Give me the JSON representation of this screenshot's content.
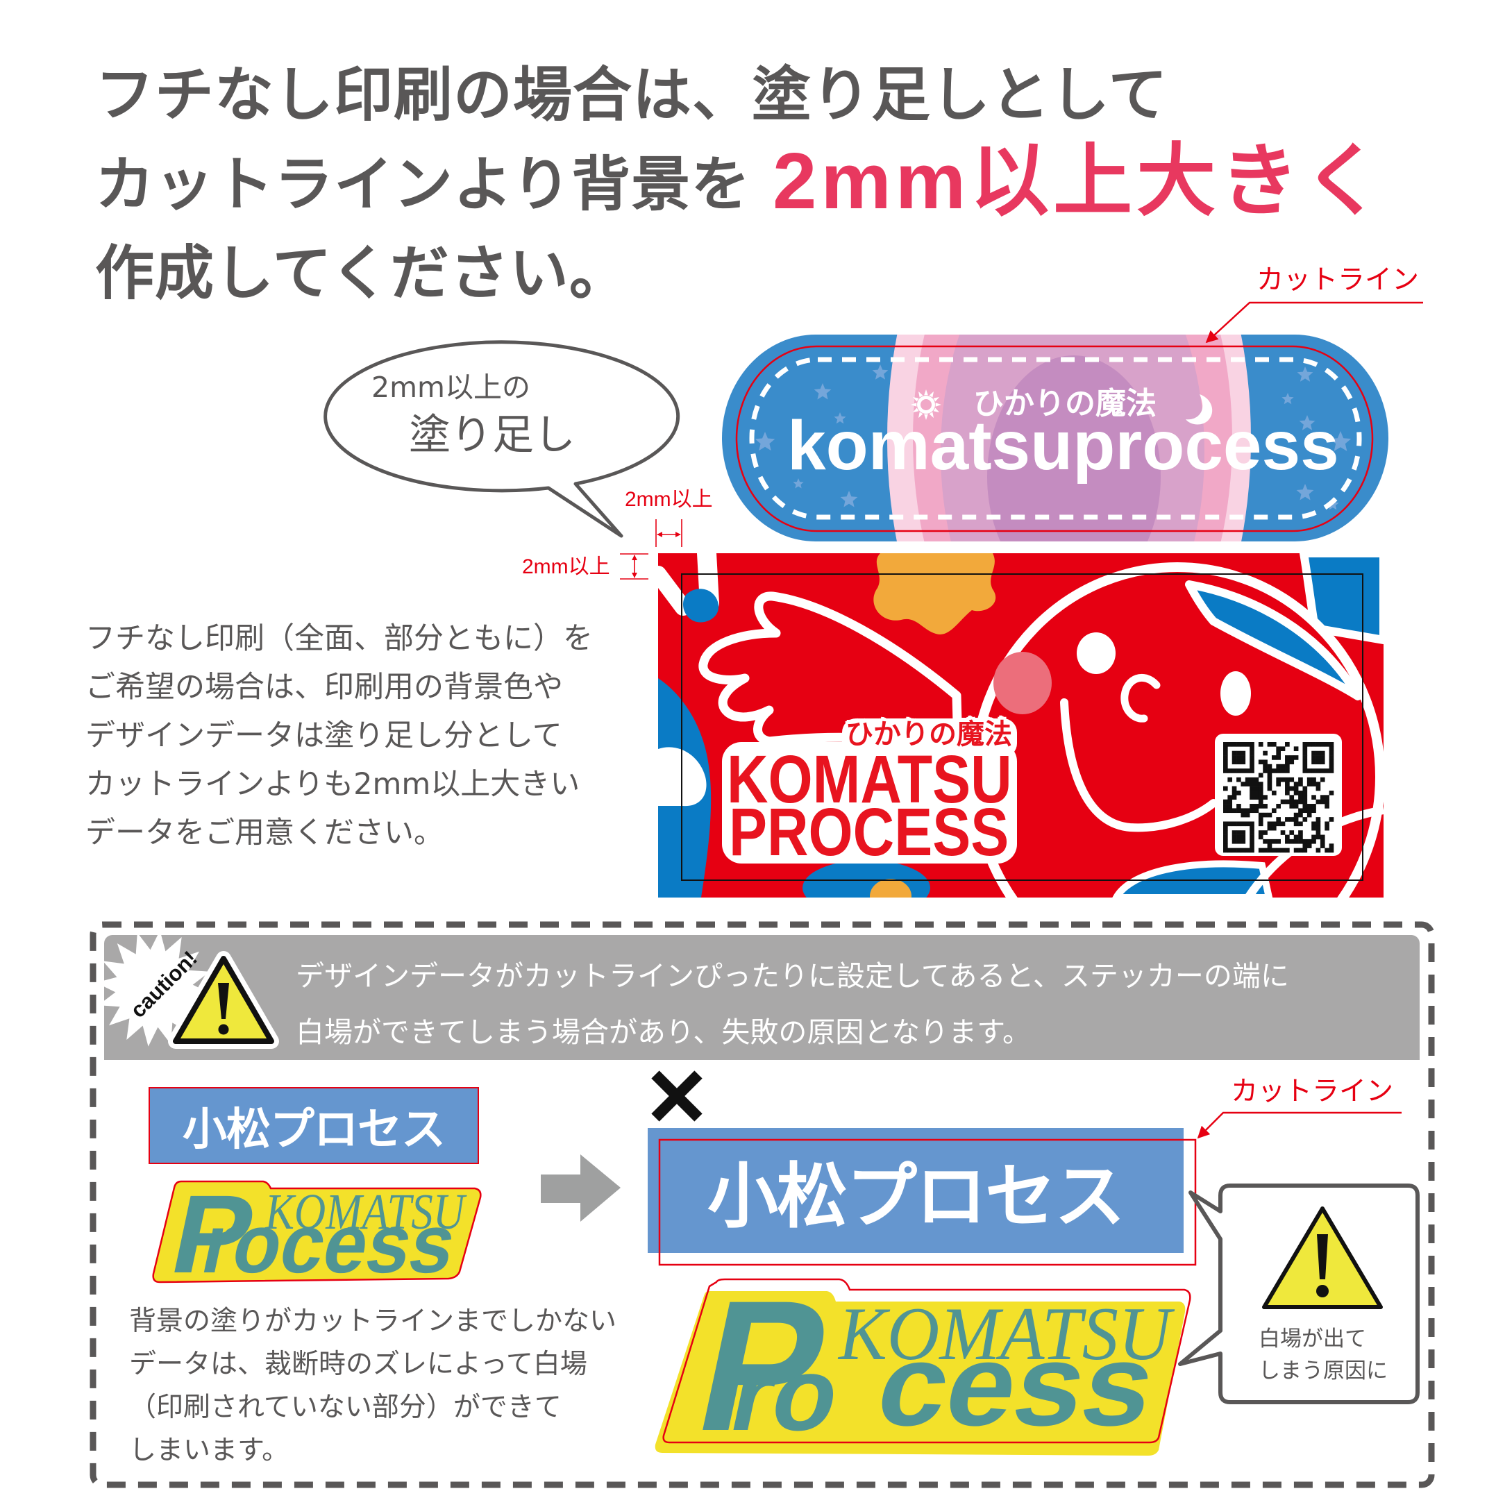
{
  "heading": {
    "line1": "フチなし印刷の場合は、塗り足しとして",
    "line2_plain": "カットラインより背景を",
    "line2_emphasis": "2mm以上大きく",
    "line3": "作成してください。"
  },
  "top_example": {
    "cutline_label": "カットライン",
    "bleed_bubble": {
      "line1": "2mm以上の",
      "line2": "塗り足し"
    },
    "dimension_labels": {
      "horizontal": "2mm以上",
      "vertical": "2mm以上"
    },
    "pill_sticker": {
      "subtitle": "ひかりの魔法",
      "title": "komatsuprocess",
      "left_icon": "sun-icon",
      "right_icon": "moon-icon"
    },
    "art_sticker": {
      "subtitle": "ひかりの魔法",
      "title_line1": "KOMATSU",
      "title_line2": "PROCESS",
      "code_icon": "qr-code-icon"
    }
  },
  "description": {
    "lines": [
      "フチなし印刷（全面、部分ともに）を",
      "ご希望の場合は、印刷用の背景色や",
      "デザインデータは塗り足し分として",
      "カットラインよりも2mm以上大きい",
      "データをご用意ください。"
    ]
  },
  "caution": {
    "badge": "caution!",
    "icon": "warning-triangle-icon",
    "lines": [
      "デザインデータがカットラインぴったりに設定してあると、ステッカーの端に",
      "白場ができてしまう場合があり、失敗の原因となります。"
    ]
  },
  "bad_example": {
    "before": {
      "box_text": "小松プロセス",
      "logo": {
        "top": "KOMATSU",
        "initial": "P",
        "rest": "rocess"
      }
    },
    "arrow_icon": "right-arrow-icon",
    "description_lines": [
      "背景の塗りがカットラインまでしかない",
      "データは、裁断時のズレによって白場",
      "（印刷されていない部分）ができて",
      "しまいます。"
    ],
    "mark_icon": "x-mark-icon",
    "cutline_label": "カットライン",
    "after": {
      "box_text": "小松プロセス",
      "logo": {
        "top": "KOMATSU",
        "initial": "P",
        "middle": "ro",
        "rest": "cess"
      }
    },
    "callout": {
      "icon": "warning-triangle-icon",
      "lines": [
        "白場が出て",
        "しまう原因に"
      ]
    }
  },
  "colors": {
    "text_gray": "#595757",
    "emphasis_pink": "#e8385f",
    "cutline_red": "#e60012",
    "sticker_blue": "#3a8ccb",
    "art_red": "#e60012",
    "art_blue": "#0a7bc5",
    "art_orange": "#f2a93b",
    "banner_gray": "#a9a8a8",
    "warning_yellow": "#efe83c",
    "logo_yellow": "#f3e12a",
    "logo_teal": "#509494",
    "box_blue": "#6596cf"
  }
}
